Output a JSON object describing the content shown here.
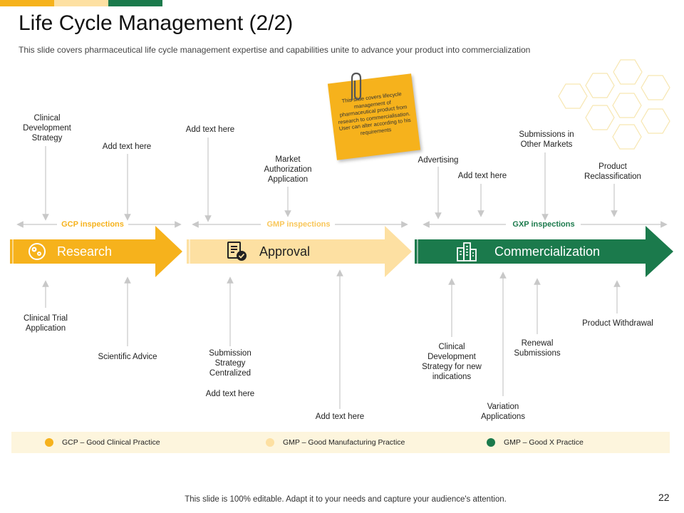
{
  "slide": {
    "title": "Life Cycle Management (2/2)",
    "subtitle": "This slide covers pharmaceutical life cycle management expertise and capabilities unite to advance  your product into commercialization",
    "footer": "This slide is 100% editable. Adapt it to your needs and capture your audience's attention.",
    "page_number": "22"
  },
  "colors": {
    "gcp": "#f6b21c",
    "gmp": "#fde0a2",
    "gxp": "#1b7a4c",
    "hexagon": "#f7e6b0",
    "arrow_line": "#c8c8c8"
  },
  "sticky_note": {
    "text": "This slide covers lifecycle management of pharmaceutical product from research to commercialisation. User can alter according to his requirements",
    "icon": "paperclip-icon"
  },
  "phases": [
    {
      "label": "Research",
      "icon": "research-gears-icon",
      "inspection": "GCP inspections"
    },
    {
      "label": "Approval",
      "icon": "approval-document-icon",
      "inspection": "GMP inspections"
    },
    {
      "label": "Commercialization",
      "icon": "buildings-icon",
      "inspection": "GXP inspections"
    }
  ],
  "top_labels": [
    "Clinical Development Strategy",
    "Add text here",
    "Add text here",
    "Market Authorization Application",
    "Advertising",
    "Add text here",
    "Submissions in Other Markets",
    "Product Reclassification"
  ],
  "bottom_labels": [
    "Clinical Trial Application",
    "Scientific Advice",
    "Submission Strategy Centralized",
    "Add text here",
    "Add text here",
    "Clinical Development Strategy for new indications",
    "Variation Applications",
    "Renewal Submissions",
    "Product Withdrawal"
  ],
  "legend": [
    {
      "text": "GCP – Good Clinical Practice",
      "color": "#f6b21c"
    },
    {
      "text": "GMP – Good Manufacturing Practice",
      "color": "#fde0a2"
    },
    {
      "text": "GMP – Good X Practice",
      "color": "#1b7a4c"
    }
  ]
}
